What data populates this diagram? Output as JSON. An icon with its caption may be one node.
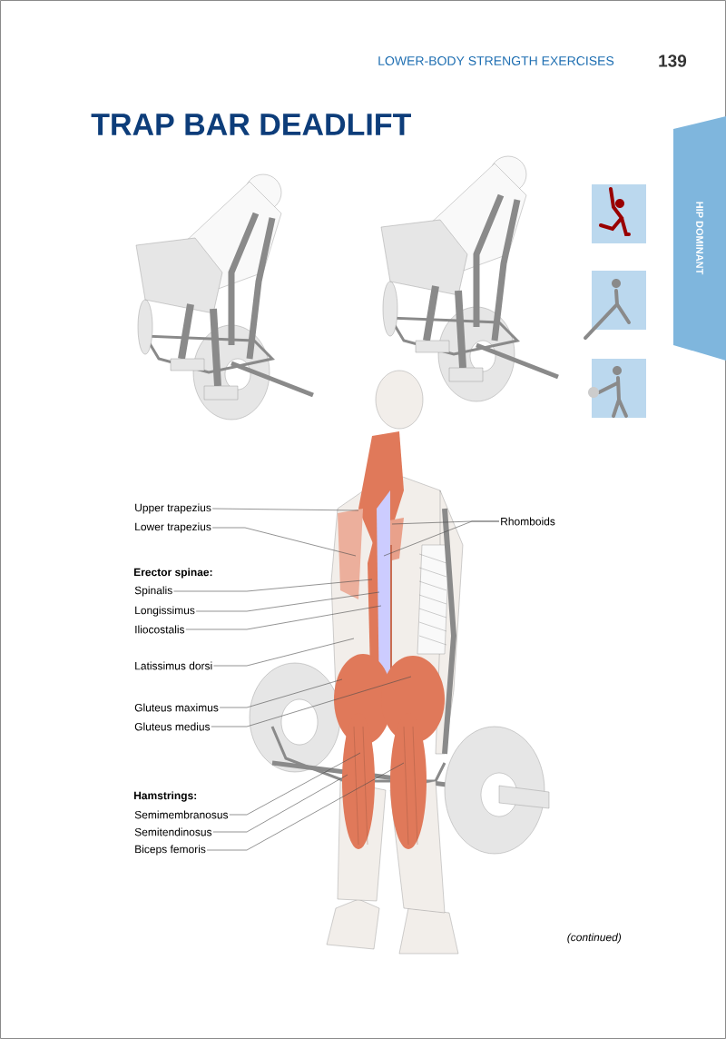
{
  "diagram": {
    "title": "TRAP BAR DEADLIFT",
    "nodes": [
      {
        "text": [
          "HIP DOMINANT"
        ]
      },
      {
        "text": [
          "Upper trapezius"
        ]
      },
      {
        "text": [
          "Lower trapezius"
        ]
      },
      {
        "text": [
          "Spinalis"
        ]
      },
      {
        "text": [
          "Longissimus"
        ]
      },
      {
        "text": [
          "Iliocostalis"
        ]
      },
      {
        "text": [
          "Latissimus dorsi"
        ]
      },
      {
        "text": [
          "Gluteus maximus"
        ]
      },
      {
        "text": [
          "Gluteus medius"
        ]
      },
      {
        "text": [
          "Semimembranosus"
        ]
      },
      {
        "text": [
          "Semitendinosus"
        ]
      },
      {
        "text": [
          "Biceps femoris"
        ]
      },
      {
        "text": [
          "Rhomboids"
        ]
      }
    ],
    "edges": [
      {
        "from": 1,
        "to": null,
        "arrow": "none"
      },
      {
        "from": 2,
        "to": null,
        "arrow": "none"
      },
      {
        "from": 3,
        "to": null,
        "arrow": "none"
      },
      {
        "from": 4,
        "to": null,
        "arrow": "none"
      },
      {
        "from": 5,
        "to": null,
        "arrow": "none"
      },
      {
        "from": 6,
        "to": null,
        "arrow": "none"
      },
      {
        "from": 7,
        "to": null,
        "arrow": "none"
      },
      {
        "from": 8,
        "to": null,
        "arrow": "none"
      },
      {
        "from": 9,
        "to": null,
        "arrow": "none"
      },
      {
        "from": 10,
        "to": null,
        "arrow": "none"
      },
      {
        "from": 11,
        "to": null,
        "arrow": "none"
      },
      {
        "from": 12,
        "to": null,
        "arrow": "none"
      },
      {
        "from": 12,
        "to": null,
        "arrow": "none"
      }
    ],
    "labels": [
      "LOWER-BODY STRENGTH EXERCISES",
      "139",
      "Erector spinae:",
      "Hamstrings:",
      "(continued)"
    ]
  }
}
